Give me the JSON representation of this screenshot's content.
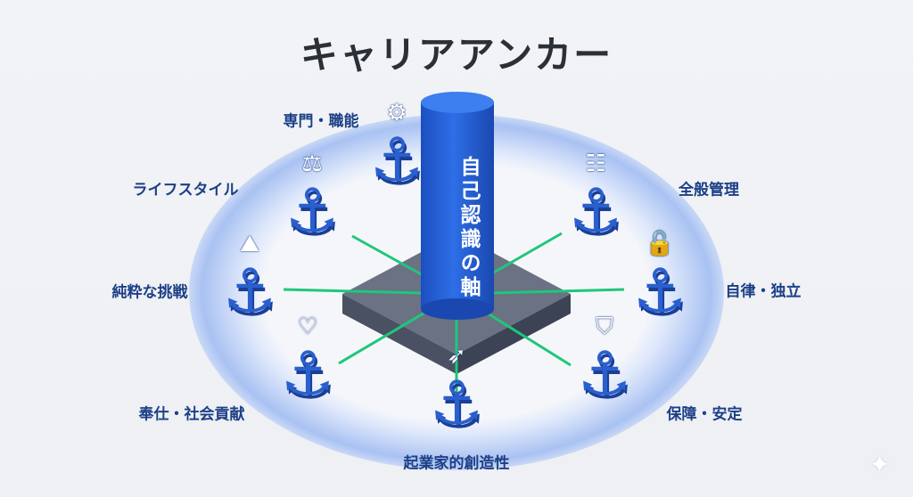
{
  "title": "キャリアアンカー",
  "center_axis": "自己認識の軸",
  "anchors": [
    {
      "label": "専門・職能",
      "icon": "gear-icon",
      "glyph": "⚙"
    },
    {
      "label": "全般管理",
      "icon": "org-chart-icon",
      "glyph": "☷"
    },
    {
      "label": "自律・独立",
      "icon": "unlock-icon",
      "glyph": "🔓"
    },
    {
      "label": "保障・安定",
      "icon": "shield-icon",
      "glyph": "⛉"
    },
    {
      "label": "起業家的創造性",
      "icon": "rocket-icon",
      "glyph": "➶"
    },
    {
      "label": "奉仕・社会貢献",
      "icon": "heart-hand-icon",
      "glyph": "♡"
    },
    {
      "label": "純粋な挑戦",
      "icon": "mountain-icon",
      "glyph": "⛰"
    },
    {
      "label": "ライフスタイル",
      "icon": "scales-icon",
      "glyph": "⚖"
    }
  ],
  "colors": {
    "primary": "#2a5fcf",
    "label": "#1c3f86",
    "connector": "#1ec77a",
    "platform": "#4d5566"
  }
}
